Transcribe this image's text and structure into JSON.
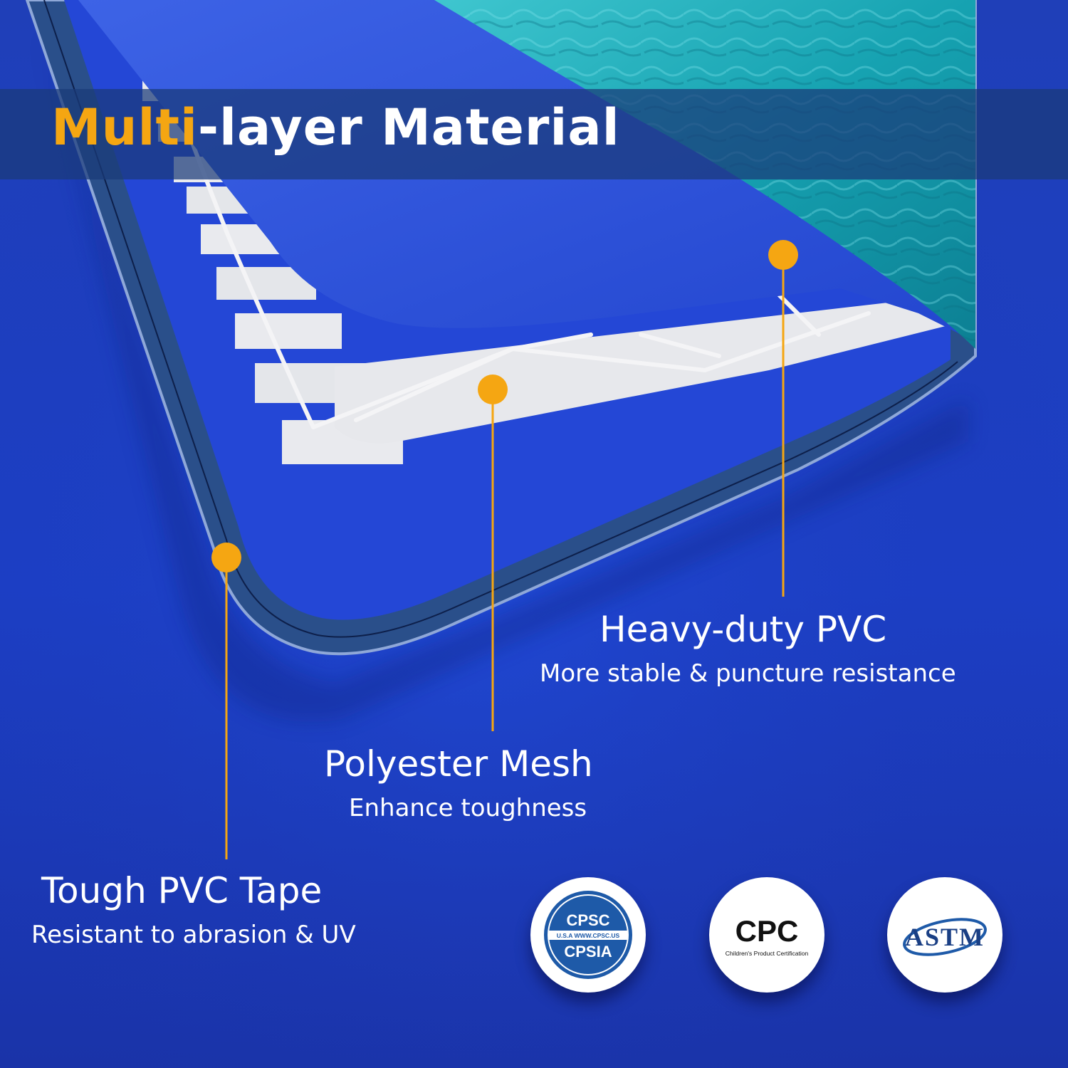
{
  "title": {
    "highlight": "Multi",
    "rest": "-layer Material"
  },
  "layers": [
    {
      "name": "Heavy-duty PVC",
      "description": "More stable & puncture resistance"
    },
    {
      "name": "Polyester Mesh",
      "description": "Enhance toughness"
    },
    {
      "name": "Tough PVC Tape",
      "description": "Resistant to abrasion & UV"
    }
  ],
  "certifications": {
    "cpsc": {
      "top": "CPSC",
      "middle": "U.S.A WWW.CPSC.US",
      "bottom": "CPSIA"
    },
    "cpc": {
      "name": "CPC",
      "caption": "Children's Product Certification"
    },
    "astm": {
      "name": "ASTM"
    }
  },
  "colors": {
    "background": "#1d3fc4",
    "accent": "#f5a612",
    "water": "#1aa7b5",
    "mesh": "#e9eaee",
    "tape": "#2a4f8a",
    "text": "#ffffff",
    "cpsc_blue": "#1e5aa8"
  }
}
